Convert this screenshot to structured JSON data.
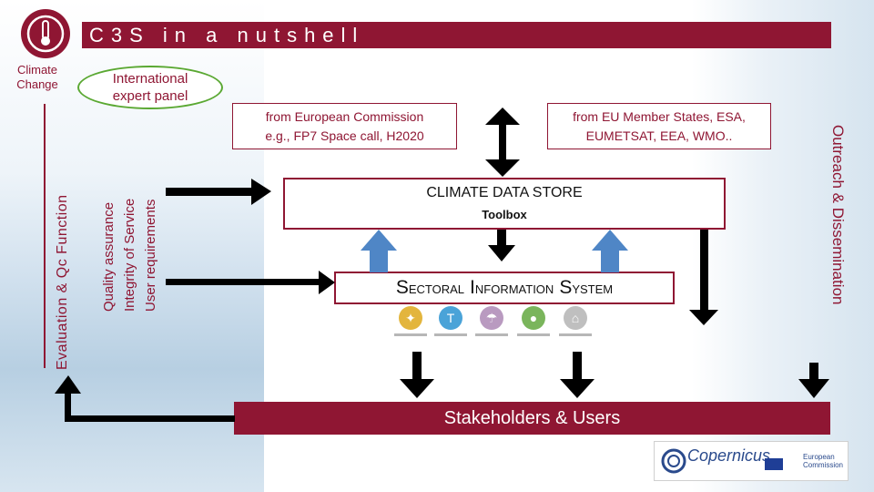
{
  "header": {
    "title": "C3S in a nutshell",
    "logo_label_line1": "Climate",
    "logo_label_line2": "Change"
  },
  "panel": {
    "expert_line1": "International",
    "expert_line2": "expert panel"
  },
  "side_labels": {
    "evaluation": "Evaluation & Qc Function",
    "quality": "Quality assurance",
    "integrity": "Integrity of Service",
    "requirements": "User requirements",
    "outreach": "Outreach & Dissemination"
  },
  "sources": {
    "commission_line1": "from European Commission",
    "commission_line2": "e.g., FP7 Space call, H2020",
    "member_line1": "from EU Member States, ESA,",
    "member_line2": "EUMETSAT, EEA, WMO.."
  },
  "store": {
    "title": "CLIMATE DATA STORE",
    "subtitle": "Toolbox"
  },
  "sis": {
    "s1": "S",
    "w1": "ECTORAL",
    "s2": "I",
    "w2": "NFORMATION",
    "s3": "S",
    "w3": "YSTEM"
  },
  "sector_icons": [
    {
      "name": "energy-sector-icon",
      "color": "#e3b53d",
      "glyph": "✦"
    },
    {
      "name": "water-sector-icon",
      "color": "#4aa3d8",
      "glyph": "T"
    },
    {
      "name": "insurance-sector-icon",
      "color": "#b99ac0",
      "glyph": "☂"
    },
    {
      "name": "agriculture-sector-icon",
      "color": "#7ab55c",
      "glyph": "●"
    },
    {
      "name": "infrastructure-sector-icon",
      "color": "#bfbfbf",
      "glyph": "⌂"
    }
  ],
  "stakeholders": "Stakeholders & Users",
  "footer": {
    "copernicus": "Copernicus",
    "ec_line1": "European",
    "ec_line2": "Commission"
  },
  "colors": {
    "brand": "#8f1633",
    "panel_border": "#5aa832",
    "up_arrow": "#4f86c6",
    "arrow": "#000000"
  }
}
